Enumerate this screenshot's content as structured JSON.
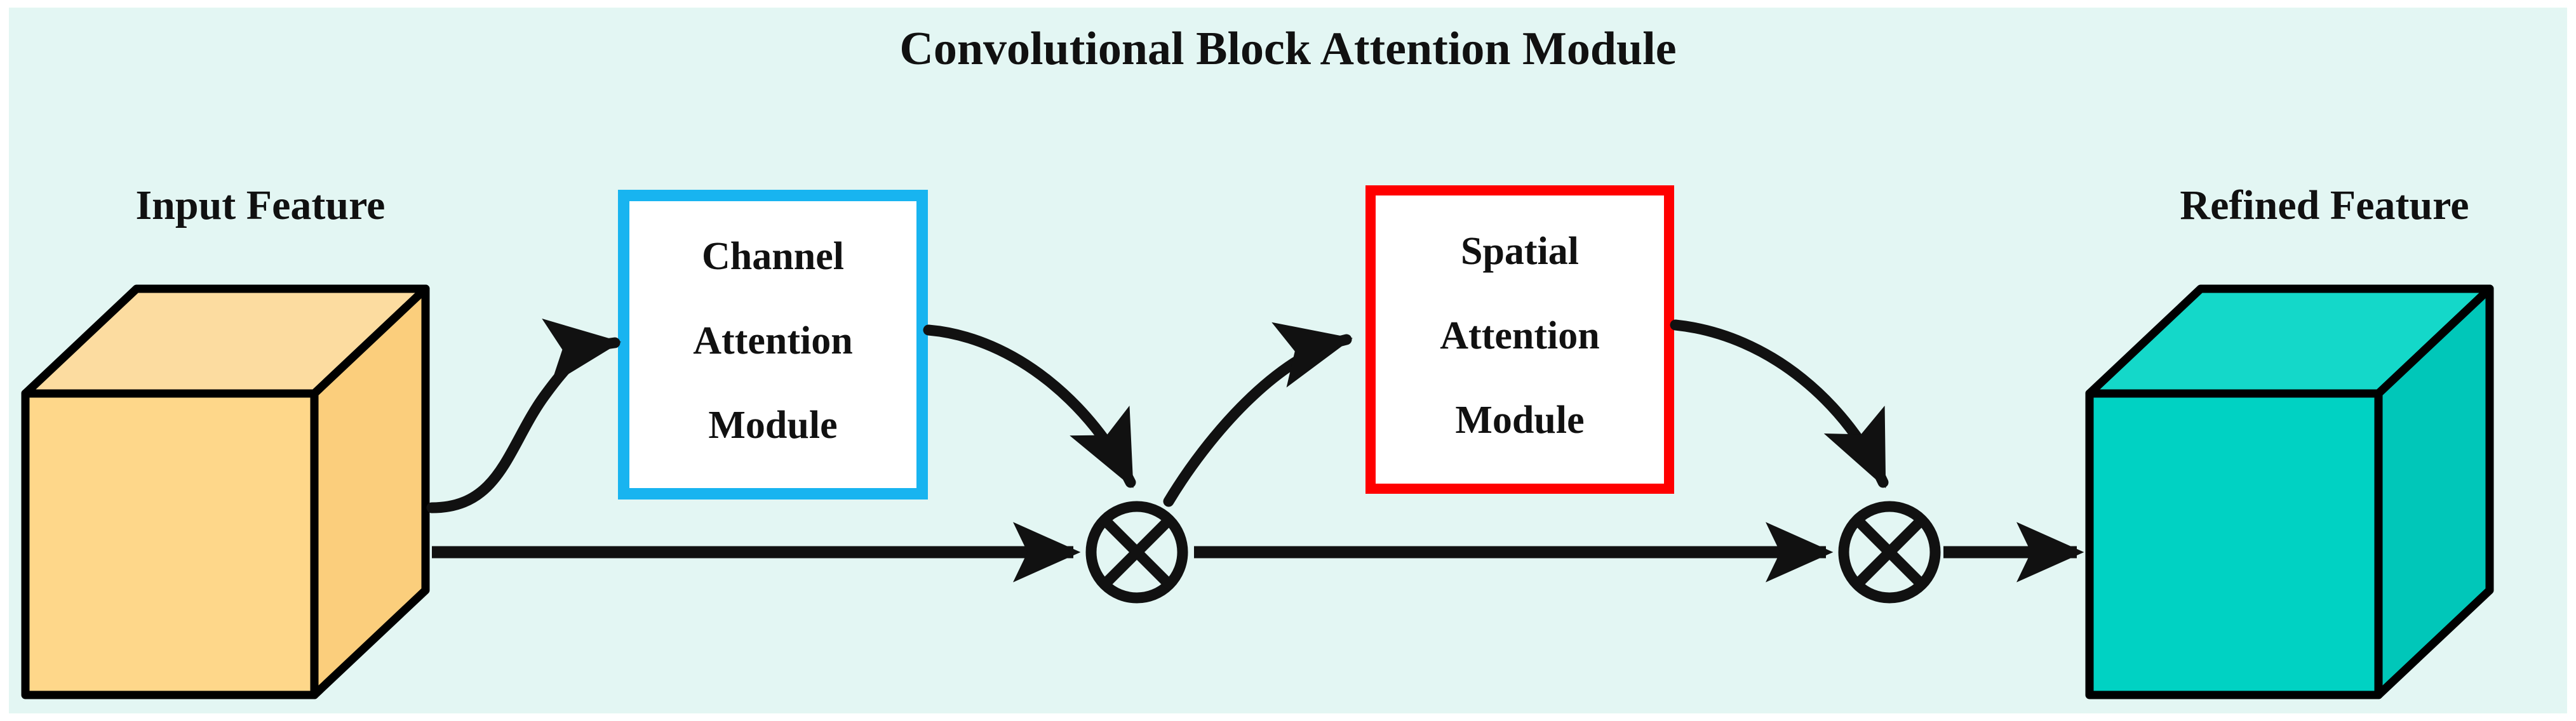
{
  "figure": {
    "title": "Convolutional Block Attention Module",
    "background_color": "#E3F6F3",
    "page_color": "#FFFFFF",
    "stroke_color": "#000000"
  },
  "labels": {
    "input_feature": "Input Feature",
    "refined_feature": "Refined Feature"
  },
  "blocks": [
    {
      "id": "channel-attention-module",
      "lines": [
        "Channel",
        "Attention",
        "Module"
      ],
      "border_color": "#18B4F0",
      "fill_color": "#FFFFFF"
    },
    {
      "id": "spatial-attention-module",
      "lines": [
        "Spatial",
        "Attention",
        "Module"
      ],
      "border_color": "#FF0000",
      "fill_color": "#FFFFFF"
    }
  ],
  "cubes": [
    {
      "id": "input-feature-cube",
      "label": "Input Feature",
      "face_color": "#FED78A",
      "top_color": "#FCDCA0",
      "side_color": "#FBCE7C"
    },
    {
      "id": "refined-feature-cube",
      "label": "Refined Feature",
      "face_color": "#00D2C3",
      "top_color": "#14D8C9",
      "side_color": "#00C7B9"
    }
  ],
  "operators": [
    {
      "id": "multiply-1",
      "symbol": "circled-times"
    },
    {
      "id": "multiply-2",
      "symbol": "circled-times"
    }
  ],
  "connections": [
    {
      "id": "input-to-channel-attention",
      "from": "input-feature-cube",
      "to": "channel-attention-module",
      "style": "s-curve"
    },
    {
      "id": "channel-attention-to-multiply-1",
      "from": "channel-attention-module",
      "to": "multiply-1",
      "style": "curve"
    },
    {
      "id": "input-to-multiply-1",
      "from": "input-feature-cube",
      "to": "multiply-1",
      "style": "straight"
    },
    {
      "id": "multiply-1-to-spatial-attention",
      "from": "multiply-1",
      "to": "spatial-attention-module",
      "style": "curve"
    },
    {
      "id": "multiply-1-to-multiply-2",
      "from": "multiply-1",
      "to": "multiply-2",
      "style": "straight"
    },
    {
      "id": "spatial-attention-to-multiply-2",
      "from": "spatial-attention-module",
      "to": "multiply-2",
      "style": "curve"
    },
    {
      "id": "multiply-2-to-refined-feature",
      "from": "multiply-2",
      "to": "refined-feature-cube",
      "style": "straight"
    }
  ]
}
